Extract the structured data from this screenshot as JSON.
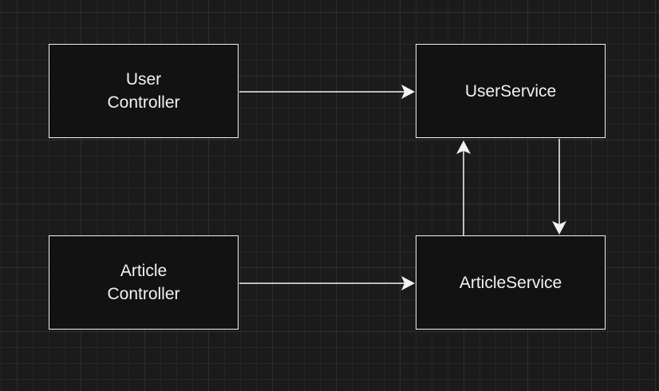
{
  "nodes": {
    "user_controller": "User Controller",
    "user_service": "UserService",
    "article_controller": "Article Controller",
    "article_service": "ArticleService"
  },
  "edges": [
    {
      "from": "User Controller",
      "to": "UserService"
    },
    {
      "from": "Article Controller",
      "to": "ArticleService"
    },
    {
      "from": "ArticleService",
      "to": "UserService"
    },
    {
      "from": "UserService",
      "to": "ArticleService"
    }
  ],
  "colors": {
    "background": "#1b1b1b",
    "grid": "#2f2f2f",
    "node_fill": "#121212",
    "stroke": "#f2f2f2",
    "text": "#f2f2f2"
  }
}
